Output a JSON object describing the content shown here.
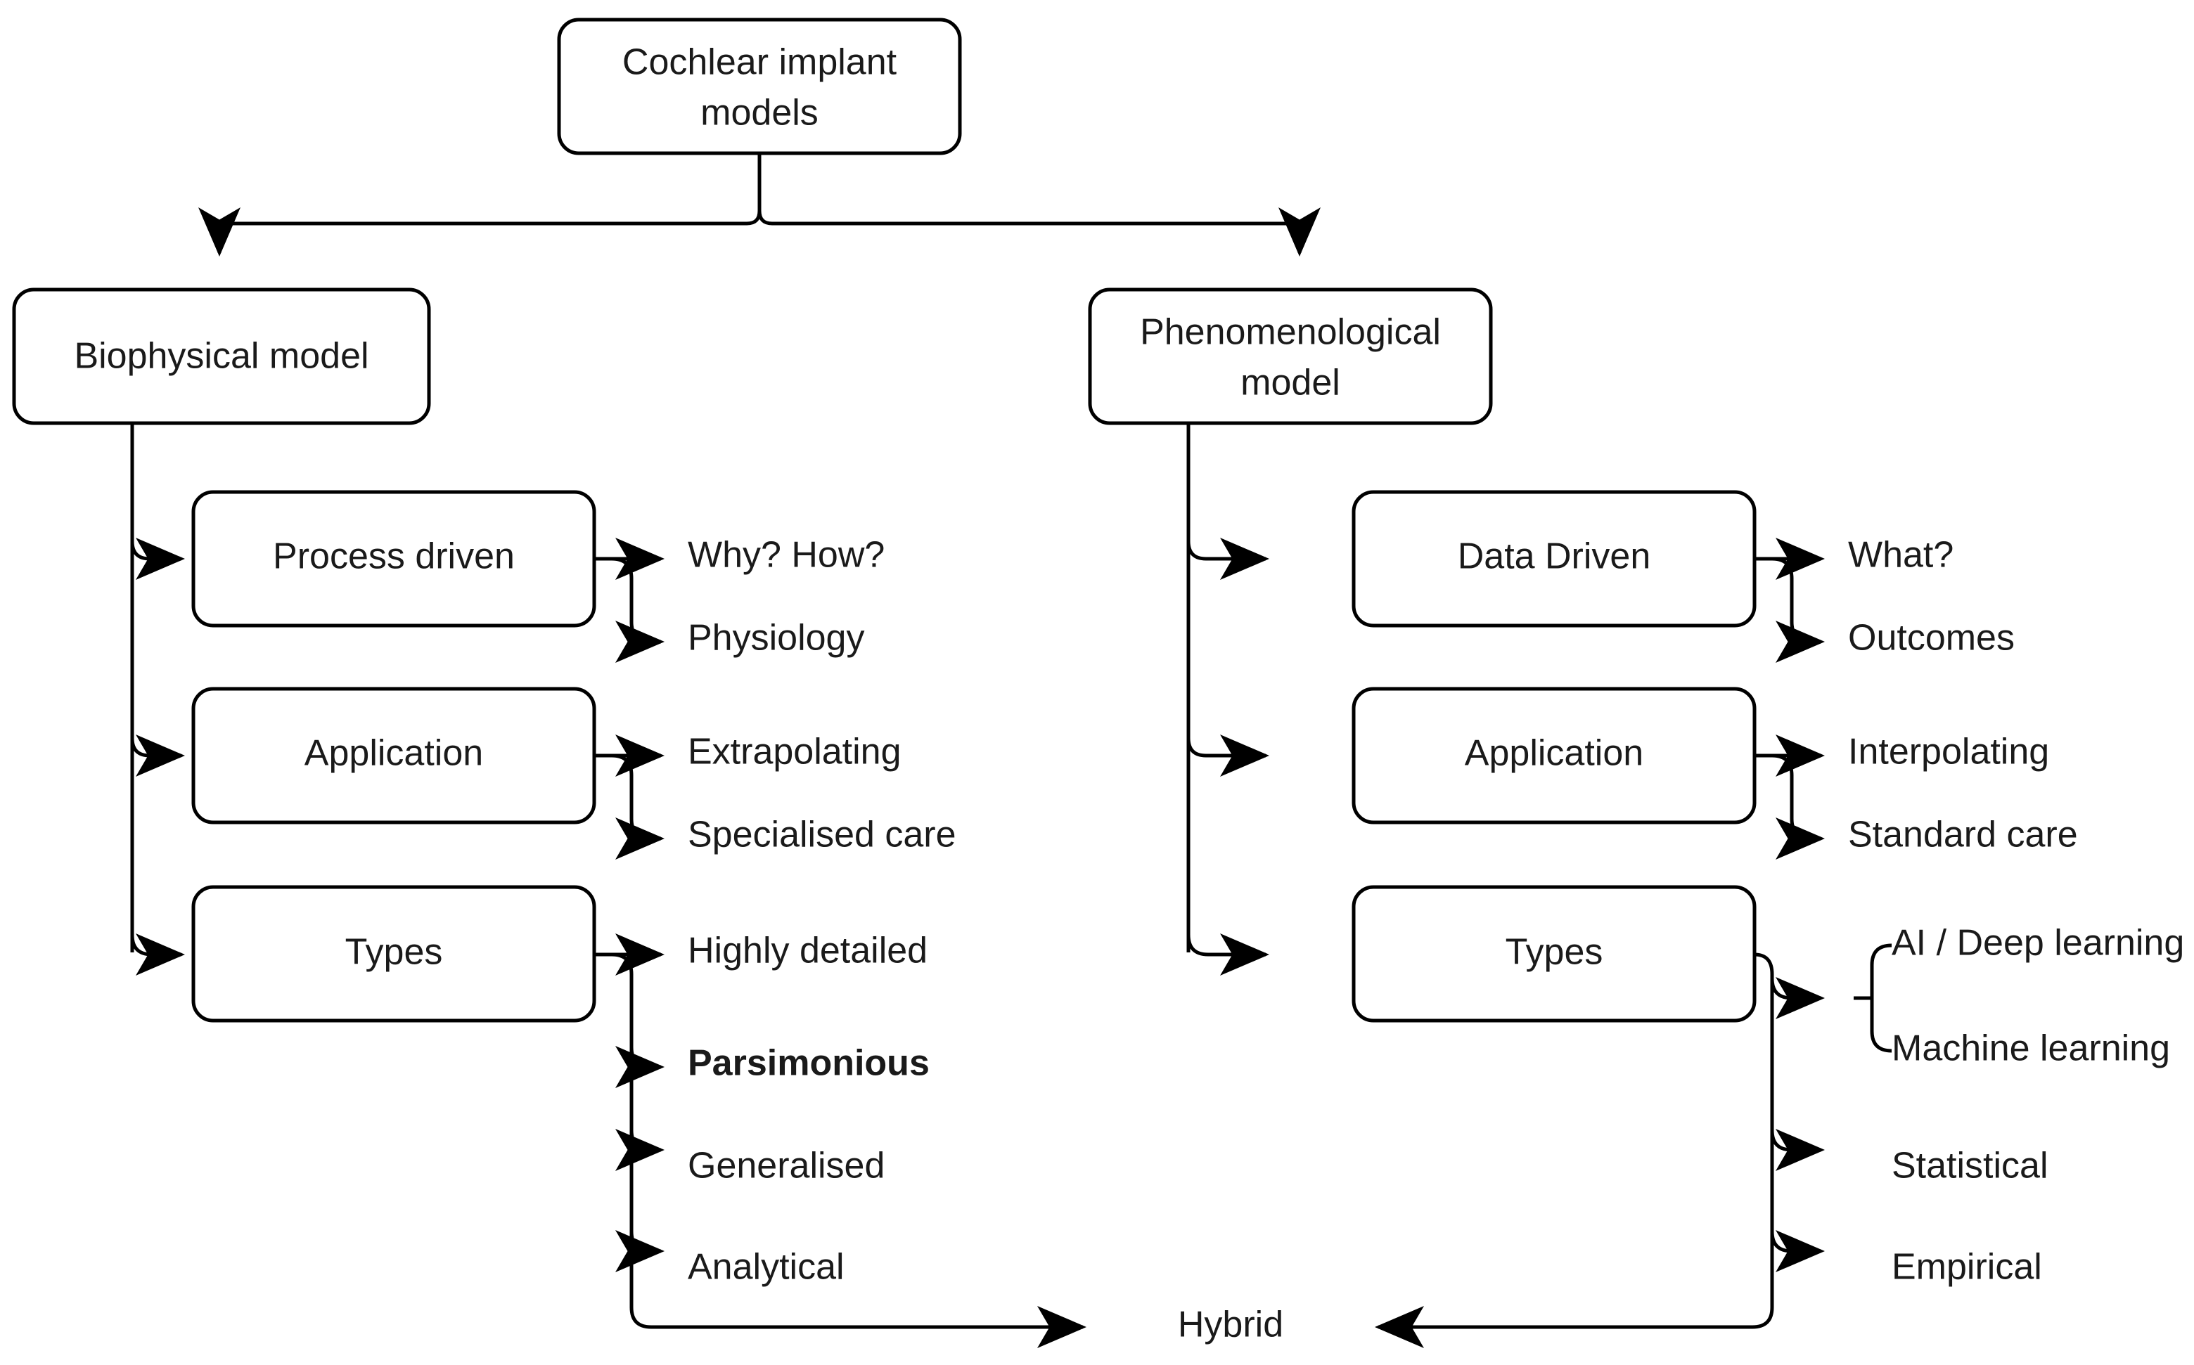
{
  "diagram": {
    "title": "Cochlear implant models",
    "type": "hierarchy-flowchart",
    "root": {
      "label": "Cochlear implant models"
    },
    "branches": [
      {
        "id": "biophysical",
        "label": "Biophysical model",
        "categories": [
          {
            "id": "process-driven",
            "label": "Process driven",
            "leaves": [
              {
                "label": "Why? How?",
                "bold": false
              },
              {
                "label": "Physiology",
                "bold": false
              }
            ]
          },
          {
            "id": "application-left",
            "label": "Application",
            "leaves": [
              {
                "label": "Extrapolating",
                "bold": false
              },
              {
                "label": "Specialised care",
                "bold": false
              }
            ]
          },
          {
            "id": "types-left",
            "label": "Types",
            "leaves": [
              {
                "label": "Highly detailed",
                "bold": false
              },
              {
                "label": "Parsimonious",
                "bold": true
              },
              {
                "label": "Generalised",
                "bold": false
              },
              {
                "label": "Analytical",
                "bold": false
              }
            ]
          }
        ]
      },
      {
        "id": "phenomenological",
        "label": "Phenomenological model",
        "label_line1": "Phenomenological",
        "label_line2": "model",
        "categories": [
          {
            "id": "data-driven",
            "label": "Data Driven",
            "leaves": [
              {
                "label": "What?",
                "bold": false
              },
              {
                "label": "Outcomes",
                "bold": false
              }
            ]
          },
          {
            "id": "application-right",
            "label": "Application",
            "leaves": [
              {
                "label": "Interpolating",
                "bold": false
              },
              {
                "label": "Standard care",
                "bold": false
              }
            ]
          },
          {
            "id": "types-right",
            "label": "Types",
            "leaves": [
              {
                "label": "AI / Deep learning",
                "bold": false
              },
              {
                "label": "Machine learning",
                "bold": false
              },
              {
                "label": "Statistical",
                "bold": false
              },
              {
                "label": "Empirical",
                "bold": false
              }
            ]
          }
        ]
      }
    ],
    "convergence": {
      "label": "Hybrid"
    },
    "root_lines": {
      "line1": "Cochlear implant",
      "line2": "models"
    },
    "colors": {
      "stroke": "#000000",
      "fill": "#ffffff",
      "text": "#1a1a1a",
      "background": "#ffffff"
    }
  }
}
